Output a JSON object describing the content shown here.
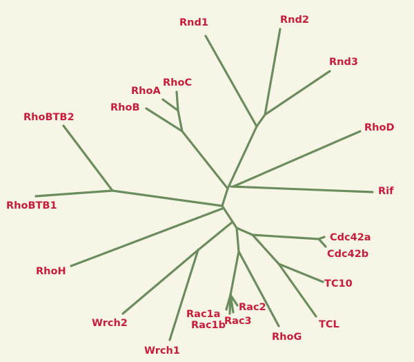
{
  "diagram": {
    "type": "unrooted-phylogenetic-tree",
    "colors": {
      "branch": "#6b8c5d",
      "label": "#c81d3a",
      "background": "#f6f5e6"
    },
    "labels": {
      "rnd1": "Rnd1",
      "rnd2": "Rnd2",
      "rnd3": "Rnd3",
      "rhod": "RhoD",
      "rif": "Rif",
      "rhoa": "RhoA",
      "rhoc": "RhoC",
      "rhob": "RhoB",
      "rhobtb2": "RhoBTB2",
      "rhobtb1": "RhoBTB1",
      "rhoh": "RhoH",
      "wrch2": "Wrch2",
      "wrch1": "Wrch1",
      "rac1a": "Rac1a",
      "rac1b": "Rac1b",
      "rac2": "Rac2",
      "rac3": "Rac3",
      "rhog": "RhoG",
      "tcl": "TCL",
      "tc10": "TC10",
      "cdc42a": "Cdc42a",
      "cdc42b": "Cdc42b"
    }
  }
}
